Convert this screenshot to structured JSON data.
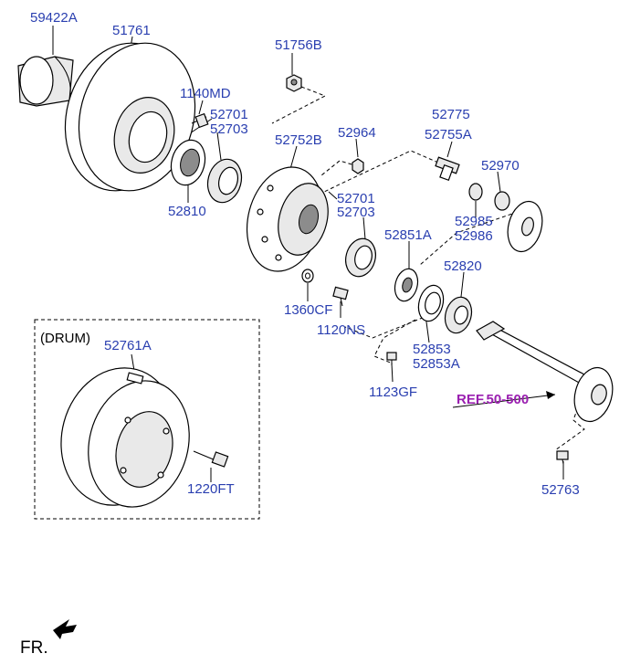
{
  "labels": {
    "p59422A": "59422A",
    "p51761": "51761",
    "p51756B": "51756B",
    "p1140MD": "1140MD",
    "p52701_a": "52701",
    "p52703_a": "52703",
    "p52752B": "52752B",
    "p52964": "52964",
    "p52775": "52775",
    "p52755A": "52755A",
    "p52970": "52970",
    "p52810": "52810",
    "p52701_b": "52701",
    "p52703_b": "52703",
    "p52851A": "52851A",
    "p52985": "52985",
    "p52986": "52986",
    "p52820": "52820",
    "p1360CF": "1360CF",
    "p1120NS": "1120NS",
    "p52853": "52853",
    "p52853A": "52853A",
    "p1123GF": "1123GF",
    "p52761A": "52761A",
    "p1220FT": "1220FT",
    "p52763": "52763"
  },
  "drum_box_title": "(DRUM)",
  "reference": "REF.50-500",
  "direction_label": "FR.",
  "colors": {
    "part_number": "#2a3fb0",
    "reference": "#9a1fb0",
    "line": "#000000"
  }
}
